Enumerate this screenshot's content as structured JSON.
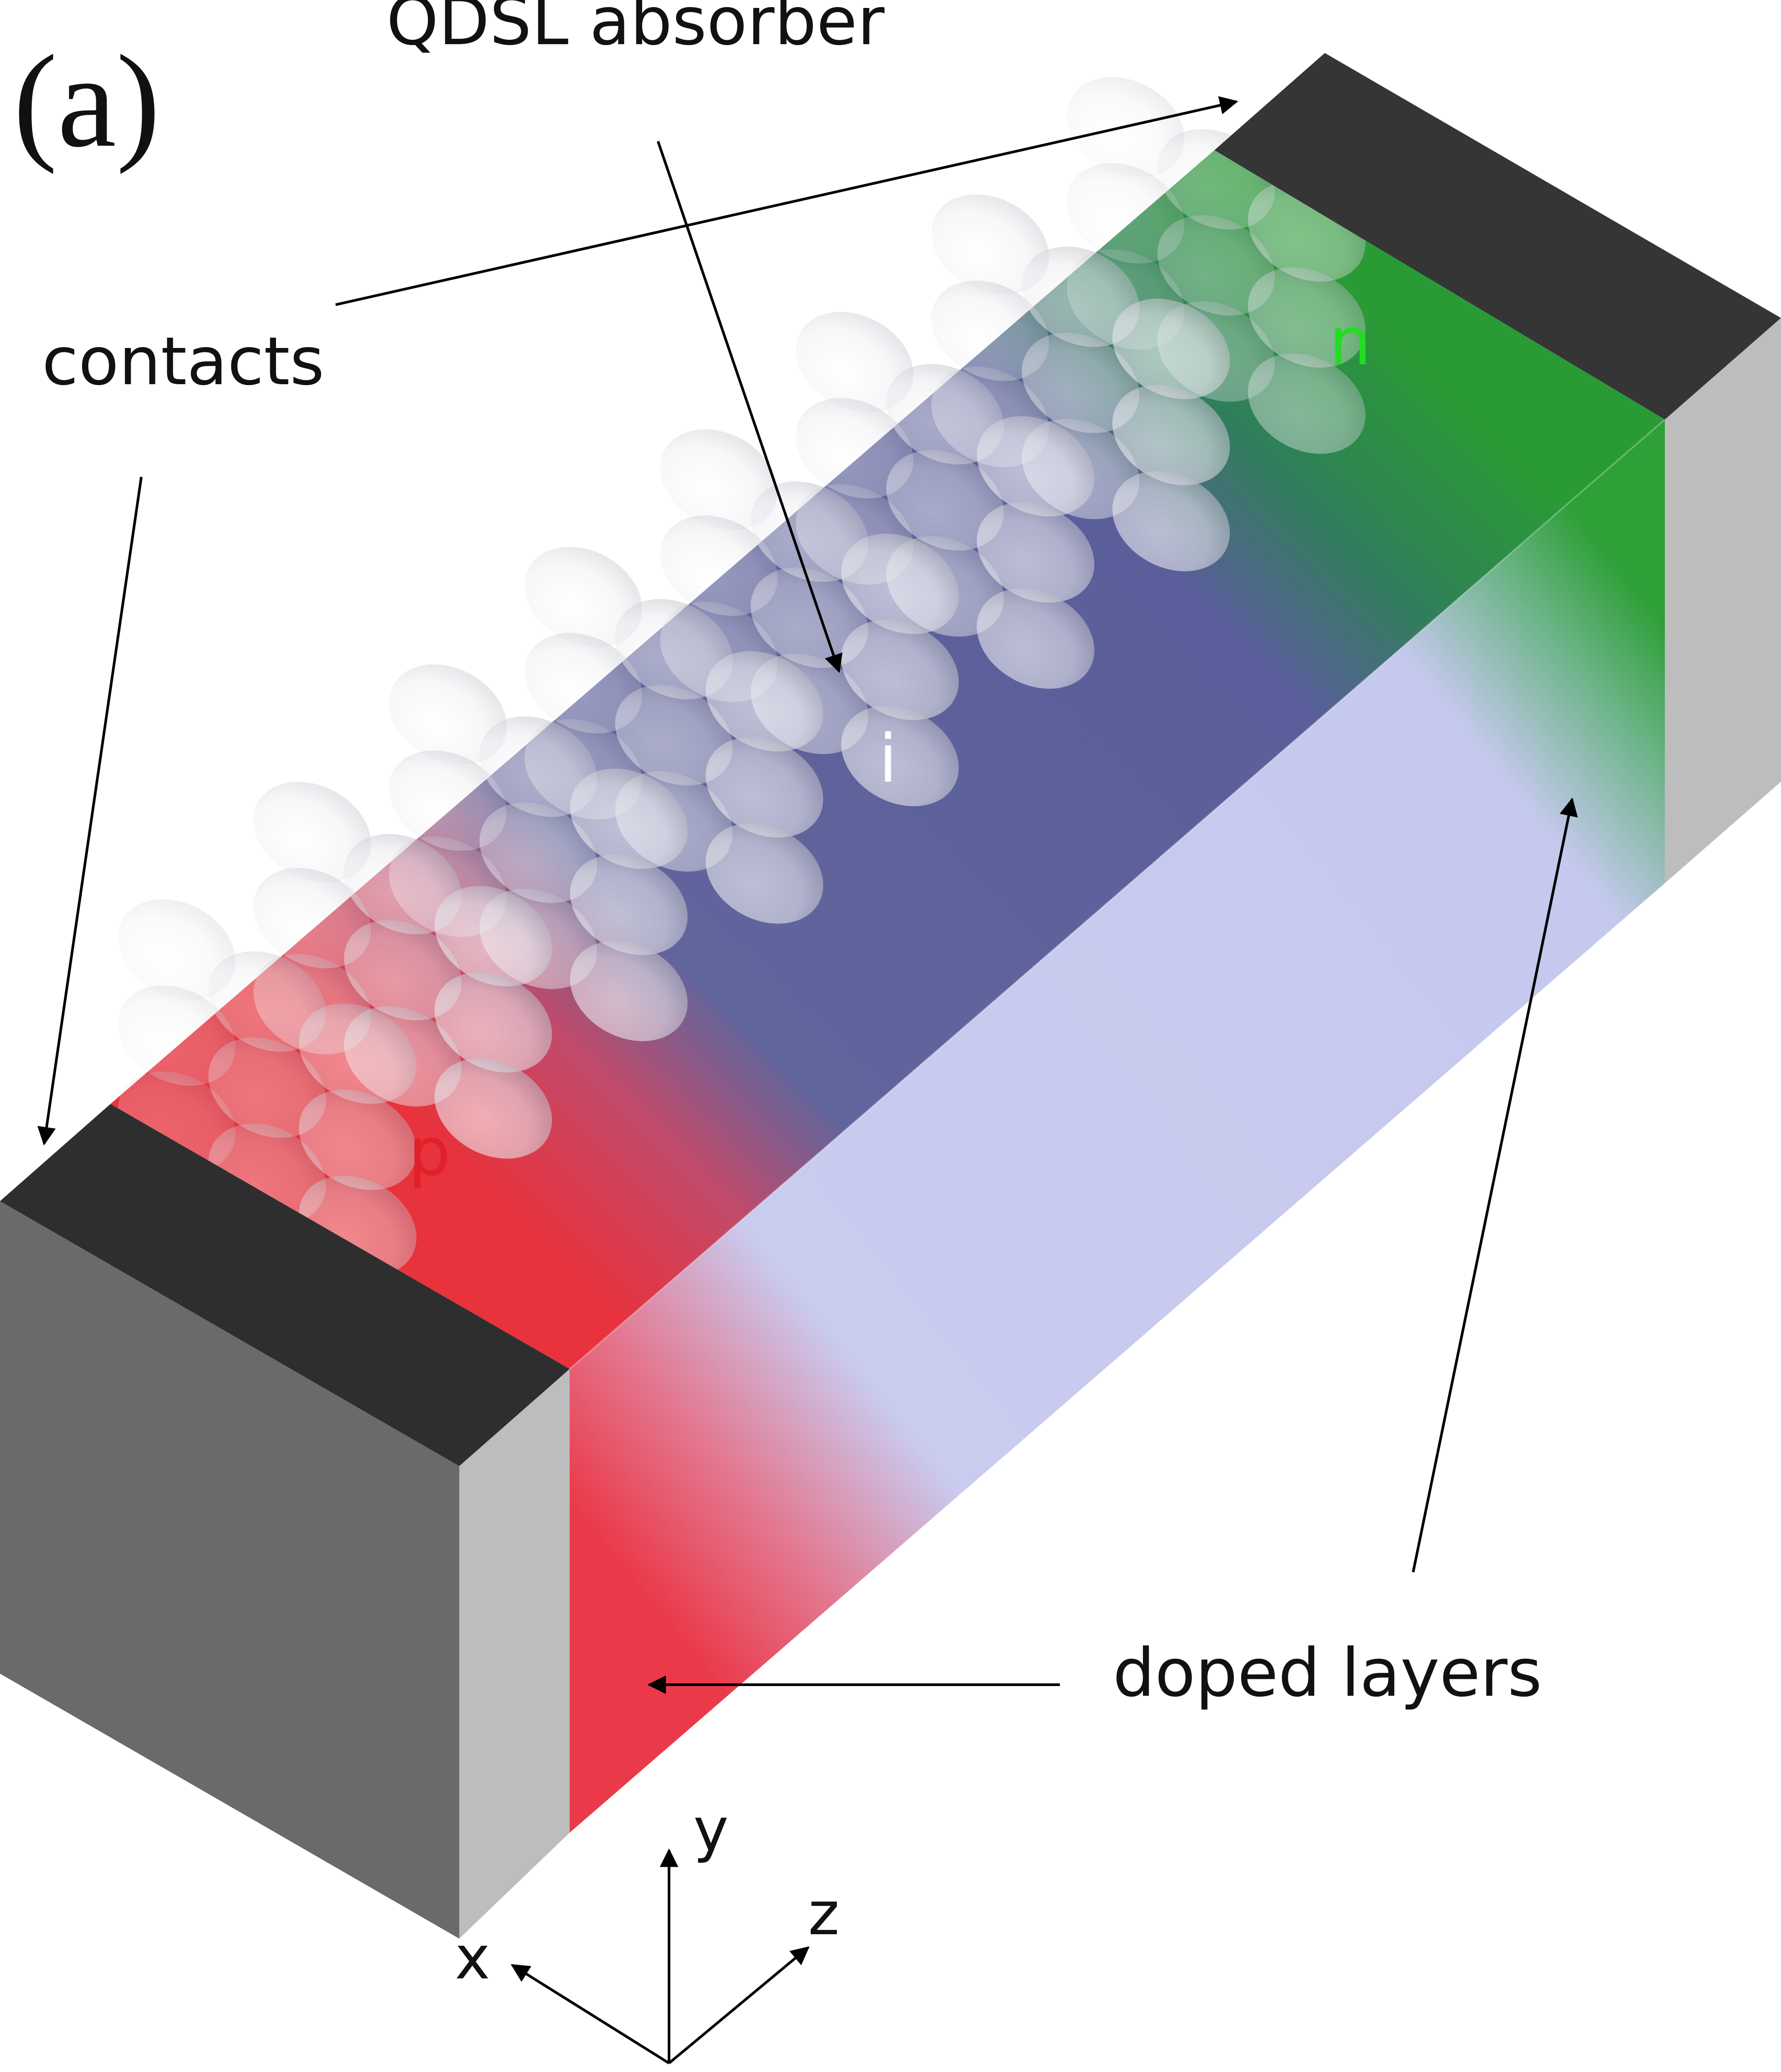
{
  "panel_label": "(a)",
  "labels": {
    "absorber": "QDSL absorber",
    "contacts": "contacts",
    "doped_layers": "doped layers",
    "region_p": "p",
    "region_i": "i",
    "region_n": "n"
  },
  "axes": {
    "x": "x",
    "y": "y",
    "z": "z"
  },
  "colors": {
    "p_region": "#e8323c",
    "intrinsic_region": "#5a5e9a",
    "n_region": "#2a9a35",
    "contact_top": "#353535",
    "contact_side": "#bdbdbd",
    "contact_front": "#6a6a6a",
    "front_face": "#c9cbef",
    "region_p_text": "#e0202a",
    "region_n_text": "#22dd22",
    "region_i_text": "#ffffff"
  }
}
